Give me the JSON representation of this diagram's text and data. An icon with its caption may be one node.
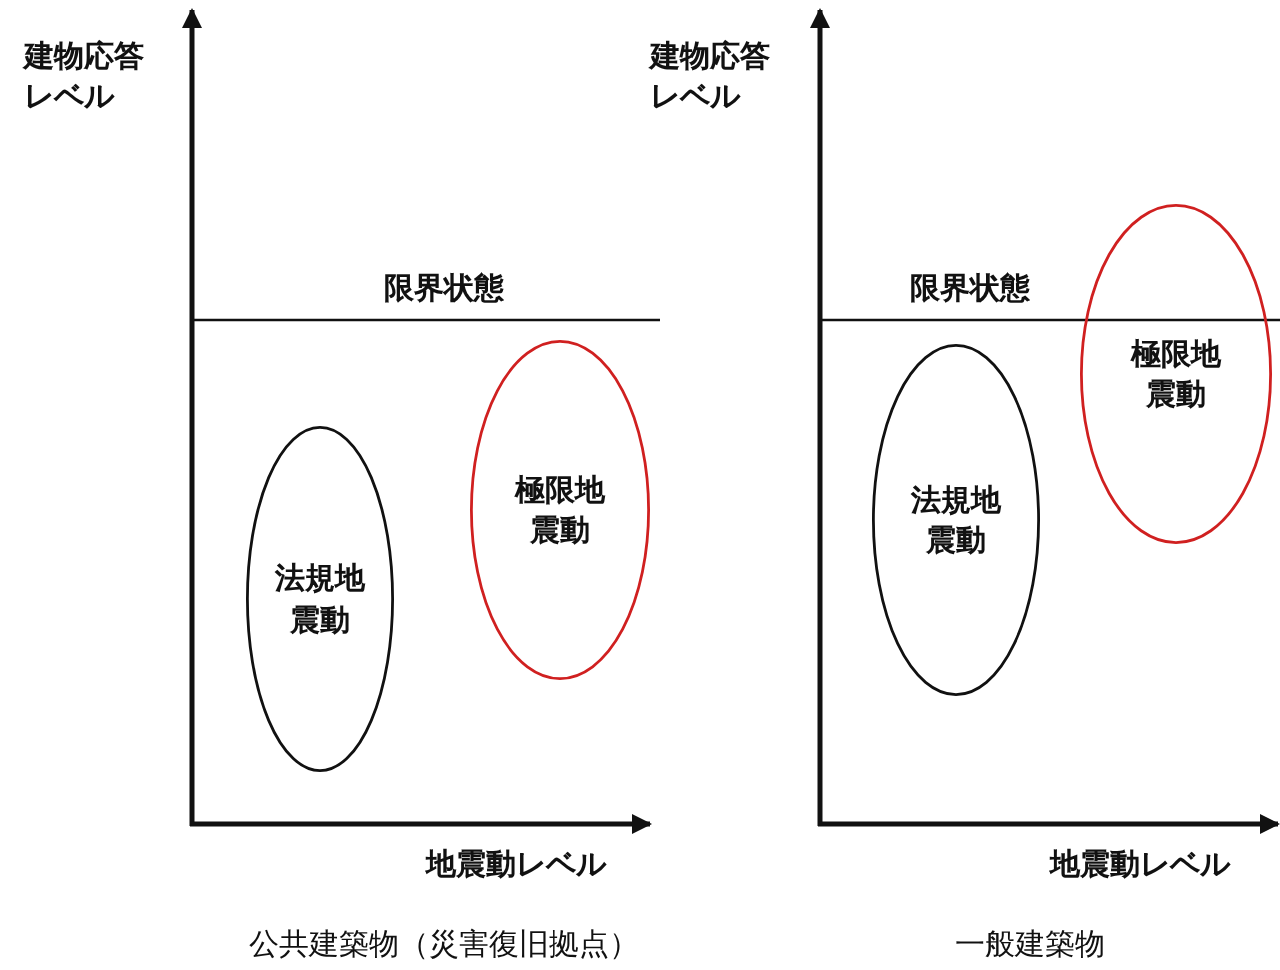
{
  "diagram": {
    "nodes": [
      {
        "text": [
          "法規地震動"
        ]
      },
      {
        "text": [
          "極限地震動"
        ]
      },
      {
        "text": [
          "法規地震動"
        ]
      },
      {
        "text": [
          "極限地震動"
        ]
      }
    ],
    "labels": [
      "建物応答レベル",
      "限界状態",
      "地震動レベル",
      "公共建築物（災害復旧拠点）",
      "建物応答レベル",
      "限界状態",
      "地震動レベル",
      "一般建築物"
    ]
  }
}
